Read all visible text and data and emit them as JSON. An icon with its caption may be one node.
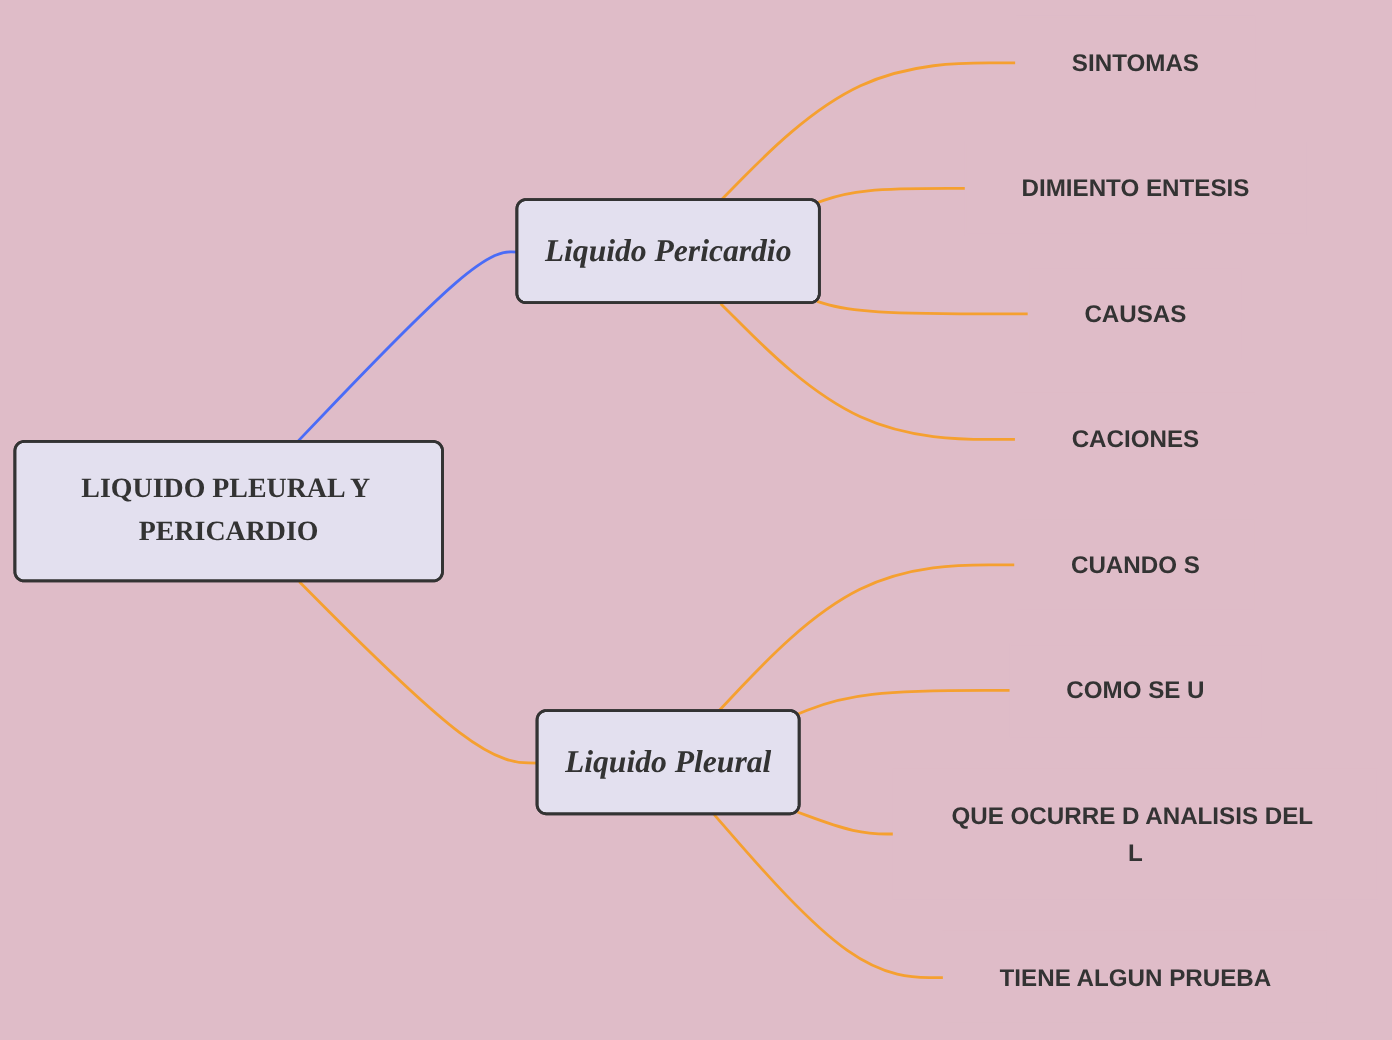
{
  "diagram": {
    "nodes": [
      {
        "text": [
          "LIQUIDO PLEURAL Y PERICARDIO"
        ]
      },
      {
        "text": [
          "Liquido Pericardio"
        ]
      },
      {
        "text": [
          "Liquido Pleural"
        ]
      },
      {
        "text": [
          "SINTOMAS"
        ]
      },
      {
        "text": [
          "DIMIENTO ENTESIS"
        ]
      },
      {
        "text": [
          "CAUSAS"
        ]
      },
      {
        "text": [
          "CACIONES"
        ]
      },
      {
        "text": [
          "CUANDO S"
        ]
      },
      {
        "text": [
          "COMO SE U"
        ]
      },
      {
        "text": [
          "QUE OCURRE D ANALISIS DEL L"
        ]
      },
      {
        "text": [
          "TIENE ALGUN PRUEBA"
        ]
      }
    ],
    "edges": [
      {
        "from": 0,
        "to": 1,
        "arrow": "none",
        "color": "#4a6cf7"
      },
      {
        "from": 0,
        "to": 2,
        "arrow": "none"
      },
      {
        "from": 1,
        "to": 3,
        "arrow": "none"
      },
      {
        "from": 1,
        "to": 4,
        "arrow": "none"
      },
      {
        "from": 1,
        "to": 5,
        "arrow": "none"
      },
      {
        "from": 1,
        "to": 6,
        "arrow": "none"
      },
      {
        "from": 2,
        "to": 7,
        "arrow": "none"
      },
      {
        "from": 2,
        "to": 8,
        "arrow": "none"
      },
      {
        "from": 2,
        "to": 9,
        "arrow": "none"
      },
      {
        "from": 2,
        "to": 10,
        "arrow": "none"
      }
    ]
  }
}
